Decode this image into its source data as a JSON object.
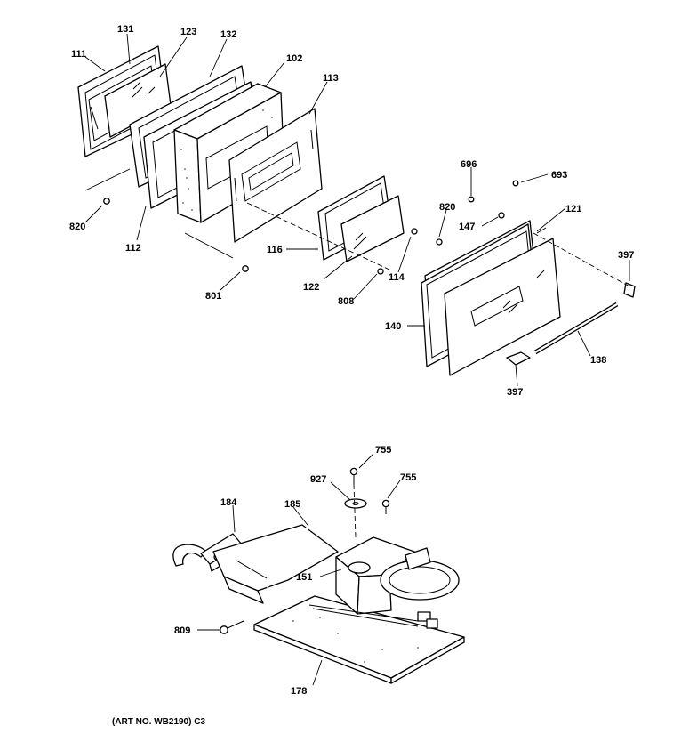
{
  "callouts": [
    {
      "id": "c111",
      "text": "111"
    },
    {
      "id": "c131",
      "text": "131"
    },
    {
      "id": "c123",
      "text": "123"
    },
    {
      "id": "c132",
      "text": "132"
    },
    {
      "id": "c102",
      "text": "102"
    },
    {
      "id": "c113",
      "text": "113"
    },
    {
      "id": "c820a",
      "text": "820"
    },
    {
      "id": "c112",
      "text": "112"
    },
    {
      "id": "c801",
      "text": "801"
    },
    {
      "id": "c116",
      "text": "116"
    },
    {
      "id": "c122",
      "text": "122"
    },
    {
      "id": "c808",
      "text": "808"
    },
    {
      "id": "c114",
      "text": "114"
    },
    {
      "id": "c820b",
      "text": "820"
    },
    {
      "id": "c696",
      "text": "696"
    },
    {
      "id": "c693",
      "text": "693"
    },
    {
      "id": "c147",
      "text": "147"
    },
    {
      "id": "c121",
      "text": "121"
    },
    {
      "id": "c397a",
      "text": "397"
    },
    {
      "id": "c140",
      "text": "140"
    },
    {
      "id": "c138",
      "text": "138"
    },
    {
      "id": "c397b",
      "text": "397"
    },
    {
      "id": "c755a",
      "text": "755"
    },
    {
      "id": "c927",
      "text": "927"
    },
    {
      "id": "c755b",
      "text": "755"
    },
    {
      "id": "c184",
      "text": "184"
    },
    {
      "id": "c185",
      "text": "185"
    },
    {
      "id": "c151",
      "text": "151"
    },
    {
      "id": "c809",
      "text": "809"
    },
    {
      "id": "c178",
      "text": "178"
    }
  ],
  "art_number": "(ART NO. WB2190) C3"
}
